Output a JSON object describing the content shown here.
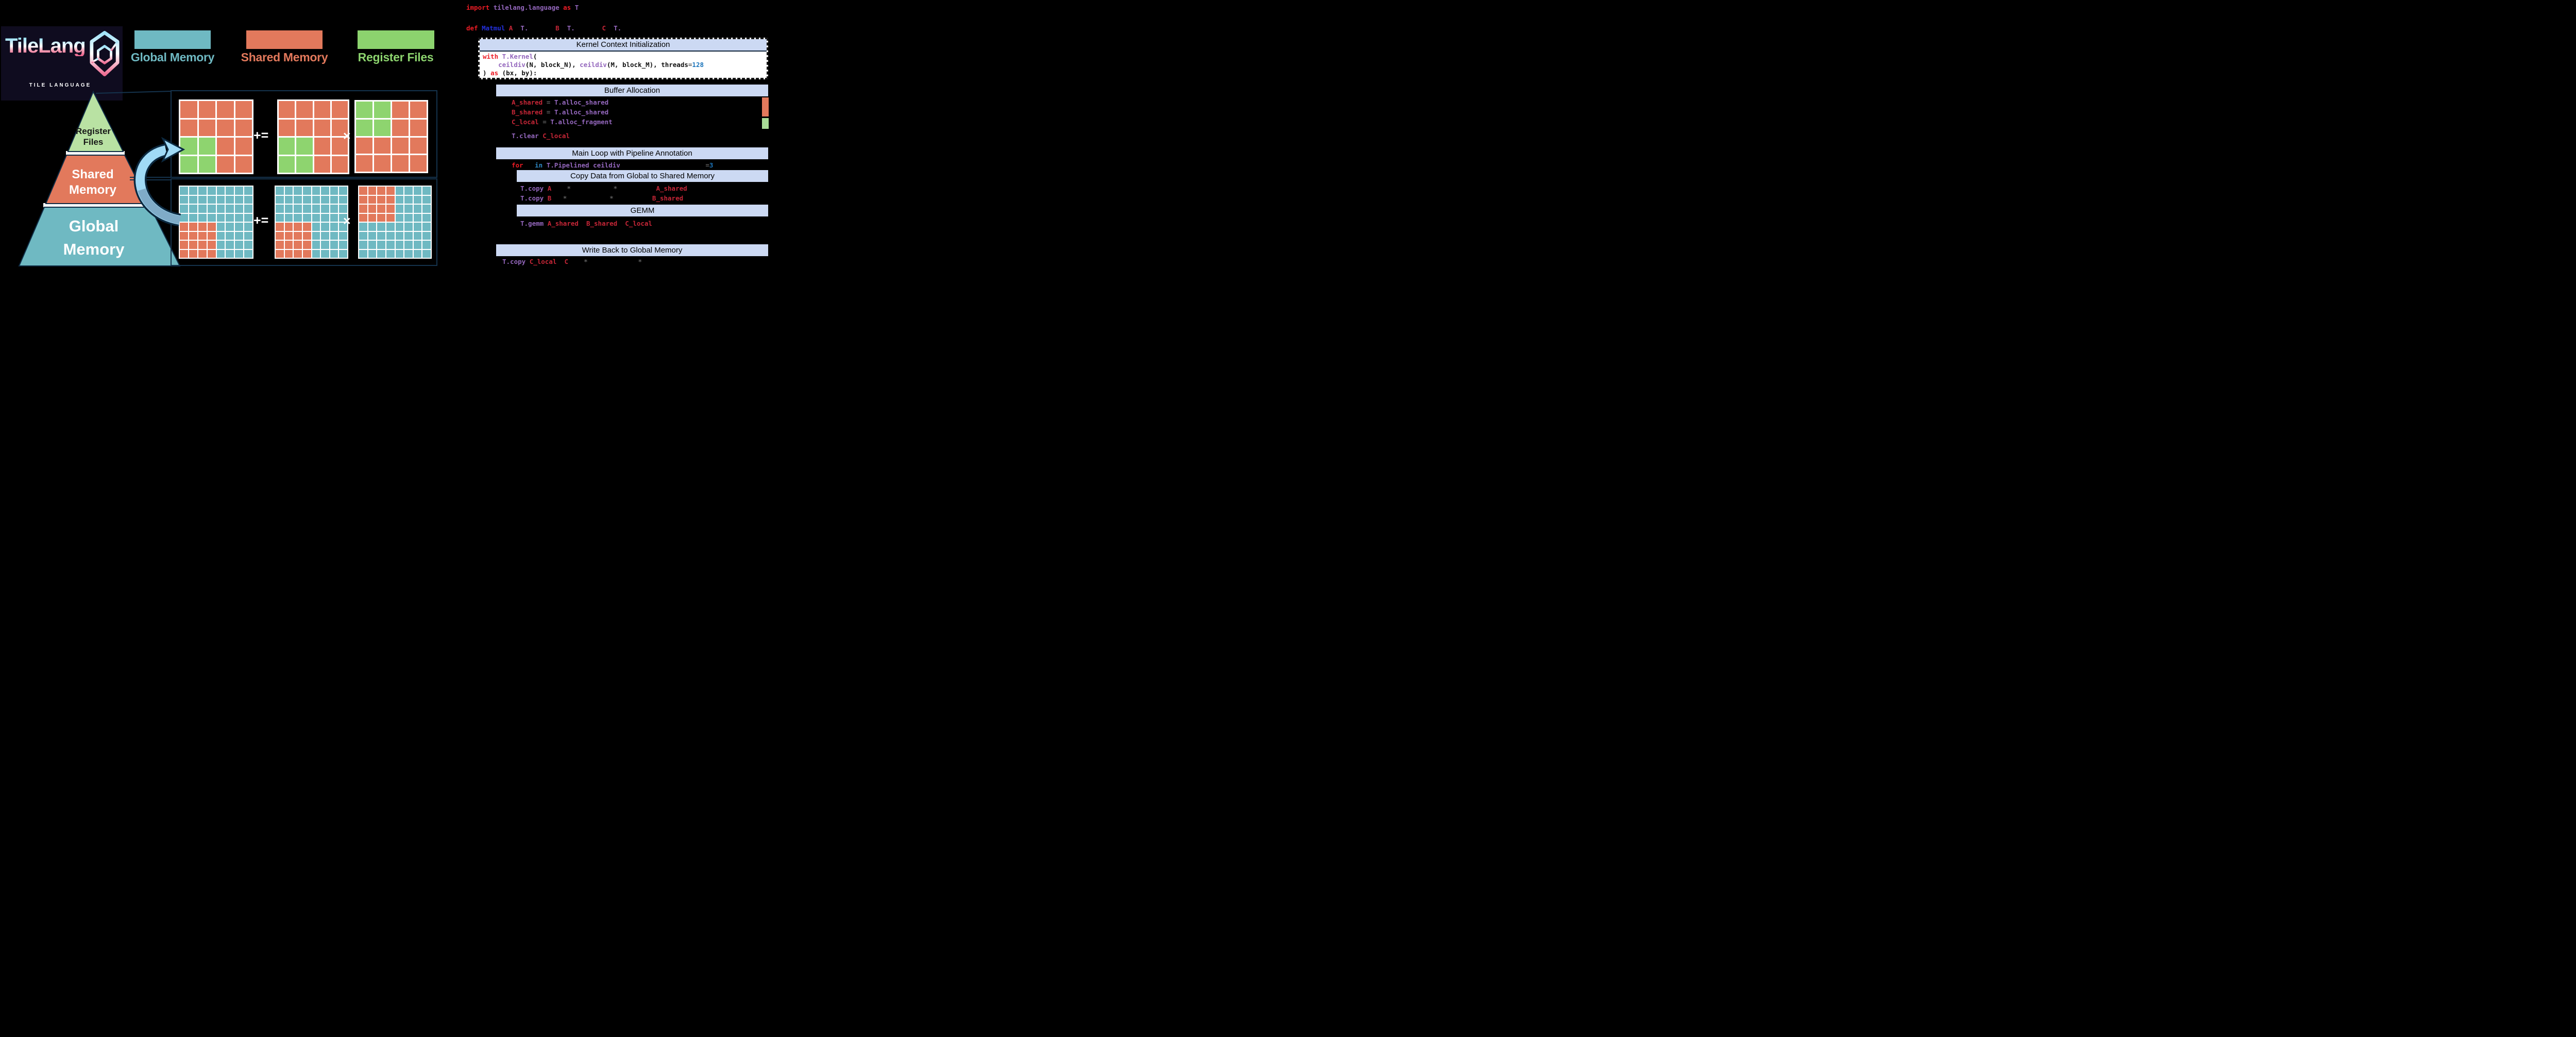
{
  "logo": {
    "title": "TileLang",
    "subtitle": "TILE LANGUAGE"
  },
  "legend": [
    {
      "label": "Global Memory",
      "color": "#6fb9c2"
    },
    {
      "label": "Shared Memory",
      "color": "#e2795c"
    },
    {
      "label": "Register Files",
      "color": "#8cd36e"
    }
  ],
  "pyramid": {
    "levels": [
      {
        "line1": "Register",
        "line2": "Files",
        "color": "#b9e2a3",
        "text_color": "#161616"
      },
      {
        "line1": "Shared",
        "line2": "Memory",
        "color": "#e2795c",
        "text_color": "#ffffff"
      },
      {
        "line1": "Global",
        "line2": "Memory",
        "color": "#6fb9c2",
        "text_color": "#ffffff"
      }
    ],
    "outline": "#0f2c45"
  },
  "palette": {
    "S": "#e2795c",
    "G": "#8ed46f",
    "T": "#6fb9c2"
  },
  "arrow": {
    "light": "#a0daf6",
    "dark": "#7fabc8",
    "outline": "#0c2940"
  },
  "bars": {
    "shared": "#e2795c",
    "register": "#a9dc97"
  },
  "matrices": {
    "upper": {
      "c": [
        "SSSS",
        "SSSS",
        "GGSS",
        "GGSS"
      ],
      "a": [
        "SSSS",
        "SSSS",
        "GGSS",
        "GGSS"
      ],
      "b": [
        "GGSS",
        "GGSS",
        "SSSS",
        "SSSS"
      ]
    },
    "lower": {
      "c": [
        "TTTTTTTT",
        "TTTTTTTT",
        "TTTTTTTT",
        "TTTTTTTT",
        "SSSSTTTT",
        "SSSSTTTT",
        "SSSSTTTT",
        "SSSSTTTT"
      ],
      "a": [
        "TTTTTTTT",
        "TTTTTTTT",
        "TTTTTTTT",
        "TTTTTTTT",
        "SSSSTTTT",
        "SSSSTTTT",
        "SSSSTTTT",
        "SSSSTTTT"
      ],
      "b": [
        "SSSSTTTT",
        "SSSSTTTT",
        "SSSSTTTT",
        "SSSSTTTT",
        "TTTTTTTT",
        "TTTTTTTT",
        "TTTTTTTT",
        "TTTTTTTT"
      ]
    }
  },
  "operators": {
    "plus_eq": "+=",
    "times": "×"
  },
  "code": {
    "sections": {
      "kernel": "Kernel Context Initialization",
      "buffer": "Buffer Allocation",
      "main": "Main Loop with Pipeline Annotation",
      "copy": "Copy Data from Global to Shared Memory",
      "gemm": "GEMM",
      "write": "Write Back to Global Memory"
    },
    "lines": {
      "import": [
        [
          "kw",
          "import"
        ],
        [
          "pl",
          " "
        ],
        [
          "fn",
          "tilelang.language"
        ],
        [
          "pl",
          " "
        ],
        [
          "kw",
          "as"
        ],
        [
          "pl",
          " "
        ],
        [
          "fn",
          "T"
        ]
      ],
      "def": [
        [
          "kw",
          "def"
        ],
        [
          "pl",
          " "
        ],
        [
          "blue",
          "Matmul"
        ],
        [
          "pl",
          " "
        ],
        [
          "var",
          "A"
        ],
        [
          "pl",
          "  "
        ],
        [
          "fn",
          "T."
        ],
        [
          "pl",
          "       "
        ],
        [
          "var",
          "B"
        ],
        [
          "pl",
          "  "
        ],
        [
          "fn",
          "T."
        ],
        [
          "pl",
          "       "
        ],
        [
          "var",
          "C"
        ],
        [
          "pl",
          "  "
        ],
        [
          "fn",
          "T."
        ]
      ],
      "with1": [
        [
          "kw",
          "with"
        ],
        [
          "pl",
          " "
        ],
        [
          "fn",
          "T.Kernel"
        ],
        [
          "pl",
          "("
        ]
      ],
      "with2": [
        [
          "pl",
          "    "
        ],
        [
          "fn",
          "ceildiv"
        ],
        [
          "pl",
          "(N, block_N), "
        ],
        [
          "fn",
          "ceildiv"
        ],
        [
          "pl",
          "(M, block_M), threads"
        ],
        [
          "op",
          "="
        ],
        [
          "num",
          "128"
        ]
      ],
      "with3": [
        [
          "pl",
          ") "
        ],
        [
          "kw",
          "as"
        ],
        [
          "pl",
          " (bx, by):"
        ]
      ],
      "alloc_a": [
        [
          "var",
          "A_shared"
        ],
        [
          "pl",
          " "
        ],
        [
          "op",
          "="
        ],
        [
          "pl",
          " "
        ],
        [
          "fn",
          "T.alloc_shared"
        ]
      ],
      "alloc_b": [
        [
          "var",
          "B_shared"
        ],
        [
          "pl",
          " "
        ],
        [
          "op",
          "="
        ],
        [
          "pl",
          " "
        ],
        [
          "fn",
          "T.alloc_shared"
        ]
      ],
      "alloc_c": [
        [
          "var",
          "C_local"
        ],
        [
          "pl",
          " "
        ],
        [
          "op",
          "="
        ],
        [
          "pl",
          " "
        ],
        [
          "fn",
          "T.alloc_fragment"
        ]
      ],
      "clear": [
        [
          "fn",
          "T.clear"
        ],
        [
          "pl",
          " "
        ],
        [
          "var",
          "C_local"
        ]
      ],
      "for": [
        [
          "kw",
          "for"
        ],
        [
          "pl",
          "   "
        ],
        [
          "kw2",
          "in"
        ],
        [
          "pl",
          " "
        ],
        [
          "fn",
          "T.Pipelined"
        ],
        [
          "pl",
          " "
        ],
        [
          "fn",
          "ceildiv"
        ],
        [
          "pl",
          "                      "
        ],
        [
          "op",
          "="
        ],
        [
          "num",
          "3"
        ]
      ],
      "copy_a": [
        [
          "fn",
          "T.copy"
        ],
        [
          "pl",
          " "
        ],
        [
          "var",
          "A"
        ],
        [
          "pl",
          "    "
        ],
        [
          "op",
          "*"
        ],
        [
          "pl",
          "           "
        ],
        [
          "op",
          "*"
        ],
        [
          "pl",
          "          "
        ],
        [
          "var",
          "A_shared"
        ]
      ],
      "copy_b": [
        [
          "fn",
          "T.copy"
        ],
        [
          "pl",
          " "
        ],
        [
          "var",
          "B"
        ],
        [
          "pl",
          "   "
        ],
        [
          "op",
          "*"
        ],
        [
          "pl",
          "           "
        ],
        [
          "op",
          "*"
        ],
        [
          "pl",
          "          "
        ],
        [
          "var",
          "B_shared"
        ]
      ],
      "gemm": [
        [
          "fn",
          "T.gemm"
        ],
        [
          "pl",
          " "
        ],
        [
          "var",
          "A_shared"
        ],
        [
          "pl",
          "  "
        ],
        [
          "var",
          "B_shared"
        ],
        [
          "pl",
          "  "
        ],
        [
          "var",
          "C_local"
        ]
      ],
      "write": [
        [
          "fn",
          "T.copy"
        ],
        [
          "pl",
          " "
        ],
        [
          "var",
          "C_local"
        ],
        [
          "pl",
          "  "
        ],
        [
          "var",
          "C"
        ],
        [
          "pl",
          "    "
        ],
        [
          "op",
          "*"
        ],
        [
          "pl",
          "             "
        ],
        [
          "op",
          "*"
        ]
      ]
    }
  }
}
